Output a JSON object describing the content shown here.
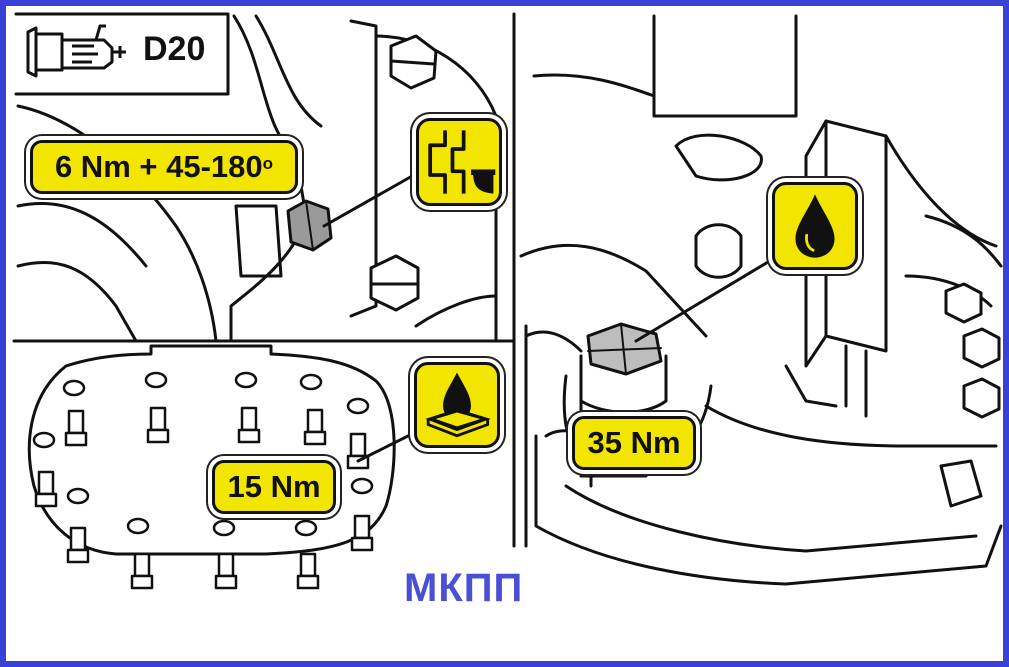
{
  "header": {
    "model": "D20",
    "icon": "gearbox-icon"
  },
  "callouts": {
    "drain_plug": {
      "torque": "6 Nm + 45-180",
      "degree": "o",
      "icon": "seal-washer-icon"
    },
    "cover_bolts": {
      "torque": "15 Nm",
      "icon": "oil-drop-sealant-icon"
    },
    "fill_plug": {
      "torque": "35 Nm",
      "icon": "oil-drop-icon"
    }
  },
  "caption": "МКПП",
  "colors": {
    "frame": "#3a42d6",
    "callout": "#f2e600",
    "caption": "#4a4fd3"
  }
}
